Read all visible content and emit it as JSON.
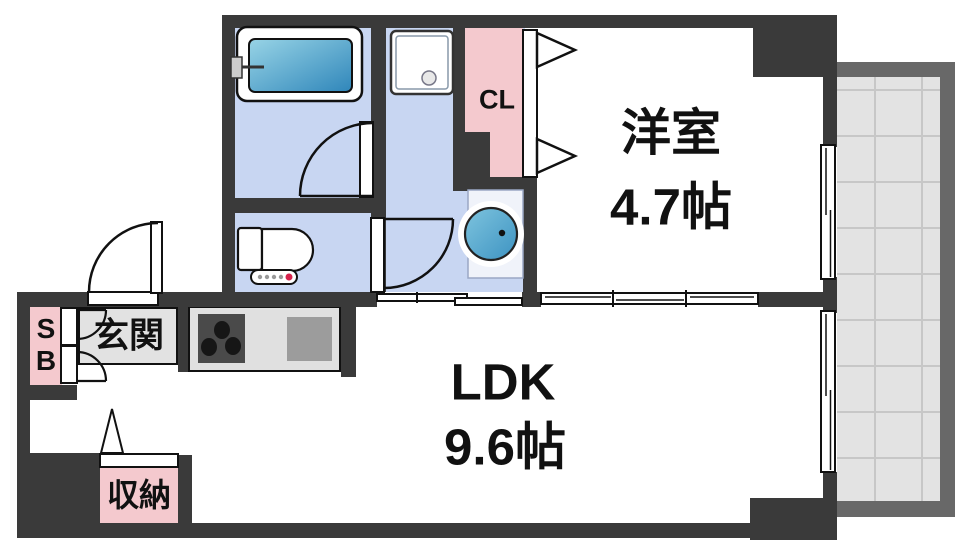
{
  "floorplan": {
    "rooms": {
      "western_room": {
        "name": "洋室",
        "size": "4.7帖"
      },
      "ldk": {
        "name": "LDK",
        "size": "9.6帖"
      },
      "closet": {
        "name": "CL"
      },
      "entrance": {
        "name": "玄関"
      },
      "shoe_box": {
        "line1": "S",
        "line2": "B"
      },
      "storage": {
        "name": "収納"
      }
    },
    "fixtures": [
      "bathtub",
      "bath-door",
      "washer-pan",
      "toilet",
      "wash-basin",
      "closet-folding-door",
      "entrance-door",
      "shoe-box-doors",
      "storage-door",
      "kitchen-stove",
      "kitchen-sink",
      "sliding-door-washroom",
      "sliding-door-3panel",
      "window-western-room",
      "window-ldk",
      "balcony"
    ],
    "colors": {
      "wall": "#3a3a3a",
      "wet_room_floor": "#c8d6f2",
      "accent_pink": "#f4c9ce",
      "entrance_floor": "#e2e2e2",
      "kitchen_counter": "#e0e0e0",
      "tub_blue_light": "#98d4e6",
      "tub_blue_dark": "#2f86ba",
      "balcony_tile": "#e3e3e3",
      "balcony_rail": "#686868"
    }
  }
}
